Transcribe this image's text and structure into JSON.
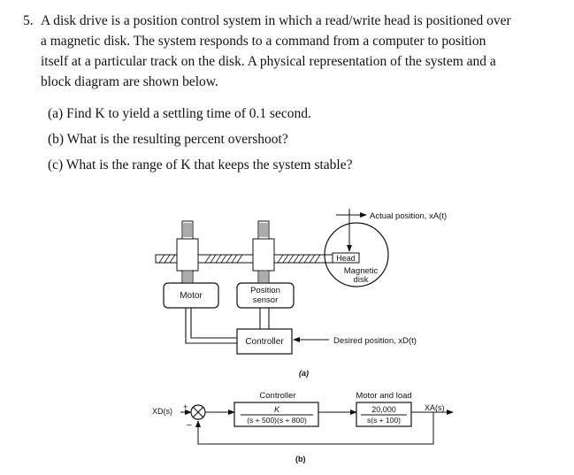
{
  "problem": {
    "number": "5.",
    "lines": [
      "A disk drive is a position control system in which a read/write head is positioned over",
      "a magnetic disk.  The system responds to a command from a computer to position",
      "itself at a particular track on the disk.  A physical representation of the system and a",
      "block diagram are shown below."
    ],
    "parts": [
      "(a)  Find K to yield a settling time of 0.1 second.",
      "(b)  What is the resulting percent overshoot?",
      "(c)  What is the range of K that keeps the system stable?"
    ]
  },
  "figure_a": {
    "actual_position": "Actual position, xA(t)",
    "head": "Head",
    "magnetic_disk": [
      "Magnetic",
      "disk"
    ],
    "motor": "Motor",
    "position_sensor": [
      "Position",
      "sensor"
    ],
    "controller": "Controller",
    "desired_position": "Desired position, xD(t)",
    "caption": "(a)"
  },
  "figure_b": {
    "input": "XD(s)",
    "plus": "+",
    "minus": "–",
    "controller_title": "Controller",
    "controller_num": "K",
    "controller_den": "(s + 500)(s + 800)",
    "plant_title": "Motor and load",
    "plant_num": "20,000",
    "plant_den": "s(s + 100)",
    "output": "XA(s)",
    "caption": "(b)"
  }
}
